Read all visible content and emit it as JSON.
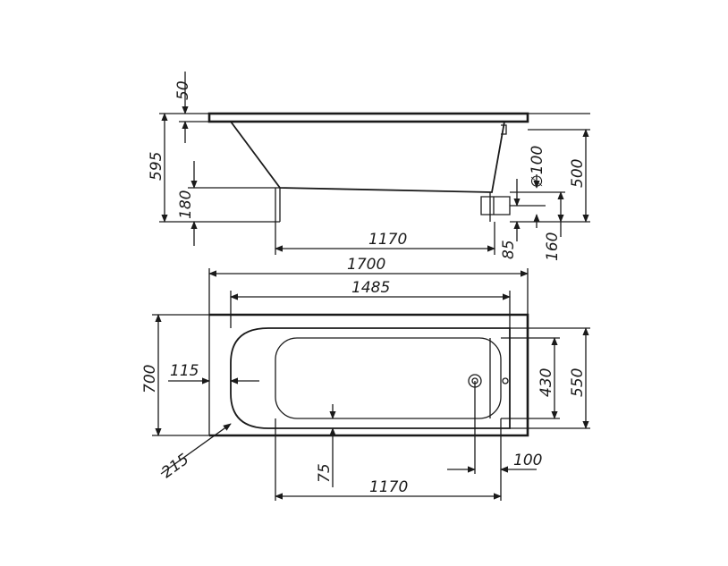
{
  "side_view": {
    "dims": {
      "rim_thickness": "50",
      "total_height": "595",
      "feet_height": "180",
      "bottom_length": "1170",
      "drain_diameter": "∅100",
      "rim_to_floor": "500",
      "drain_offset": "85",
      "drain_height": "160"
    }
  },
  "top_view": {
    "dims": {
      "overall_length": "1700",
      "inner_length": "1485",
      "overall_width": "700",
      "end_width": "115",
      "inner_width": "430",
      "outer_inner_width": "550",
      "corner": "215",
      "bottom_offset": "75",
      "bottom_length": "1170",
      "drain_offset": "100"
    }
  }
}
